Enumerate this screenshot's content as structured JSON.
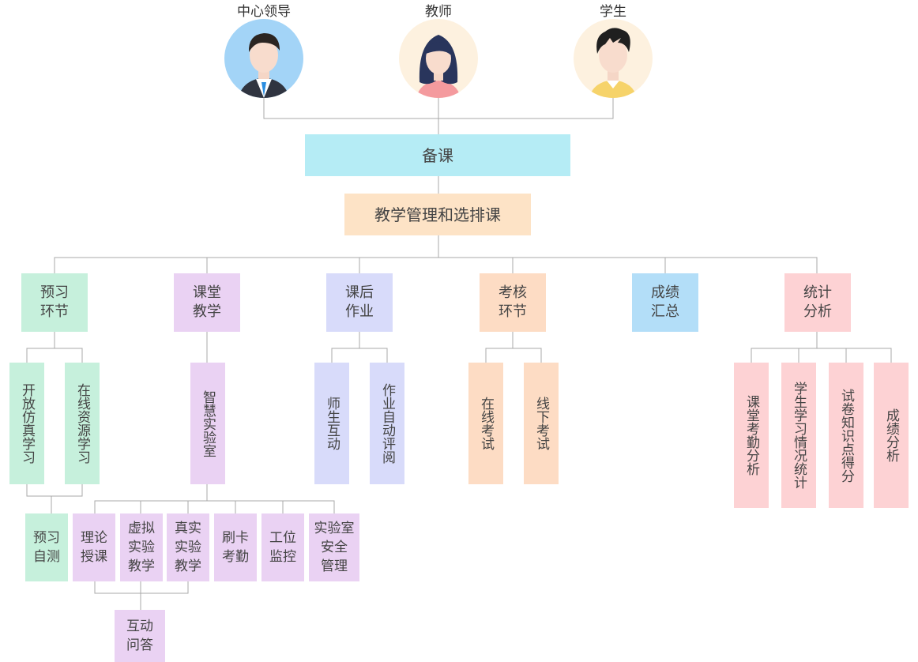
{
  "roles": {
    "leader": "中心领导",
    "teacher": "教师",
    "student": "学生"
  },
  "top": {
    "prep": "备课",
    "mgmt": "教学管理和选排课"
  },
  "categories": {
    "preview": "预习\n环节",
    "classroom": "课堂\n教学",
    "homework": "课后\n作业",
    "exam": "考核\n环节",
    "scores": "成绩\n汇总",
    "stats": "统计\n分析"
  },
  "preview": {
    "sim": "开放仿真学习",
    "online": "在线资源学习",
    "selftest": "预习\n自测"
  },
  "classroom": {
    "smartlab": "智慧实验室",
    "theory": "理论\n授课",
    "virtual": "虚拟\n实验\n教学",
    "real": "真实\n实验\n教学",
    "card": "刷卡\n考勤",
    "station": "工位\n监控",
    "safety": "实验室\n安全\n管理",
    "qa": "互动\n问答"
  },
  "homework": {
    "interact": "师生互动",
    "autograde": "作业自动评阅"
  },
  "exam": {
    "online": "在线考试",
    "offline": "线下考试"
  },
  "stats": {
    "attendance": "课堂考勤分析",
    "learning": "学生学习情况统计",
    "knowledge": "试卷知识点得分",
    "score": "成绩分析"
  },
  "colors": {
    "line": "#a8a8a8",
    "cyan": "#b5ecf5",
    "peach": "#fde3c6",
    "green": "#c6f0dc",
    "purple": "#ead2f3",
    "lavender": "#d8dbfa",
    "orange": "#fddcc4",
    "blue": "#b3def8",
    "pink": "#fdd2d4"
  },
  "icons": {
    "leader": "leader-avatar-icon",
    "teacher": "teacher-avatar-icon",
    "student": "student-avatar-icon"
  }
}
